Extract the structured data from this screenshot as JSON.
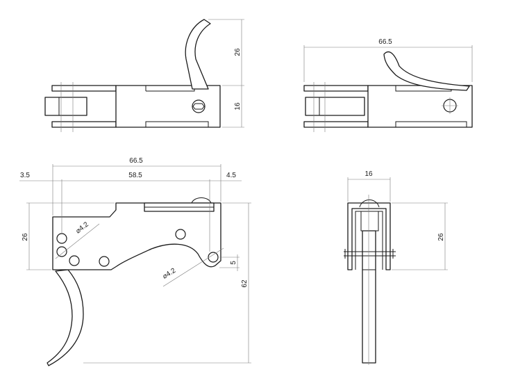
{
  "dimensions": {
    "top_left_height_upper": "26",
    "top_left_height_lower": "16",
    "top_right_length": "66.5",
    "side_overall_length": "66.5",
    "side_left_offset": "3.5",
    "side_hole_spacing": "58.5",
    "side_right_offset": "4.5",
    "side_body_height": "26",
    "side_overall_height": "62",
    "side_hole_offset": "5",
    "side_hole_dia_upper": "⌀4.2",
    "side_hole_dia_lower": "⌀4.2",
    "end_width": "16",
    "end_height": "26"
  }
}
